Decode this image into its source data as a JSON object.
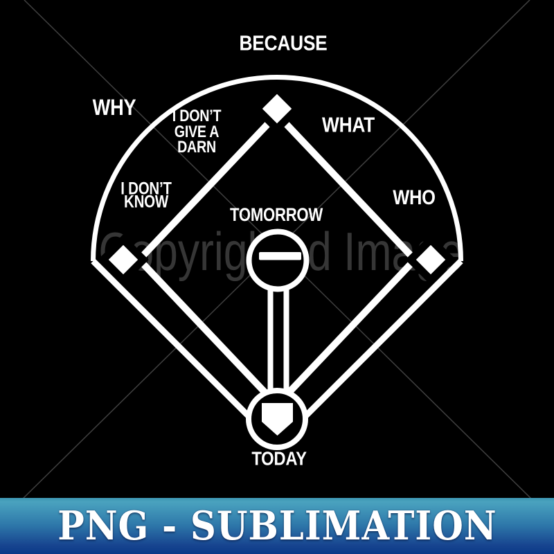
{
  "design": {
    "type": "baseball-field-word-diagram",
    "labels": {
      "center_field": "BECAUSE",
      "left_field": "WHY",
      "right_of_second": "WHAT",
      "right_field": "WHO",
      "shortstop_lines": [
        "I DON’T",
        "GIVE A",
        "DARN"
      ],
      "third_base_lines": [
        "I DON’T",
        "KNOW"
      ],
      "pitcher": "TOMORROW",
      "home_plate": "TODAY"
    },
    "colors": {
      "background": "#000000",
      "field_lines": "#ffffff"
    }
  },
  "watermark": {
    "text": "Copyrighted Image",
    "color": "#363636"
  },
  "banner": {
    "text": "PNG - SUBLIMATION",
    "text_color": "#ffffff",
    "gradient_top": "#3d96b2",
    "gradient_middle": "#2e78aa",
    "gradient_bottom": "#0b3a88"
  }
}
